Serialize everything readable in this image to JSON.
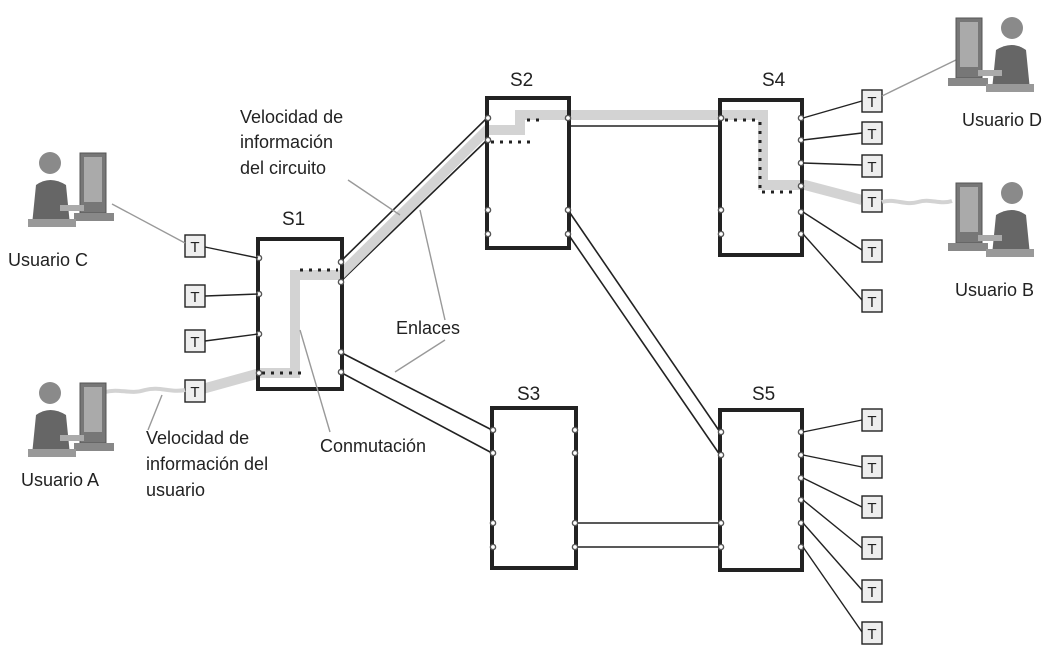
{
  "switches": [
    {
      "id": "s1",
      "label": "S1"
    },
    {
      "id": "s2",
      "label": "S2"
    },
    {
      "id": "s3",
      "label": "S3"
    },
    {
      "id": "s4",
      "label": "S4"
    },
    {
      "id": "s5",
      "label": "S5"
    }
  ],
  "terminal_label": "T",
  "users": {
    "a": "Usuario A",
    "b": "Usuario B",
    "c": "Usuario C",
    "d": "Usuario D"
  },
  "annotations": {
    "circuit_rate": [
      "Velocidad de",
      "información",
      "del circuito"
    ],
    "user_rate": [
      "Velocidad de",
      "información del",
      "usuario"
    ],
    "links": "Enlaces",
    "switching": "Conmutación"
  },
  "colors": {
    "switch_border": "#222222",
    "circuit_path": "#d3d3d3",
    "link_line": "#222222",
    "callout_line": "#999999"
  }
}
